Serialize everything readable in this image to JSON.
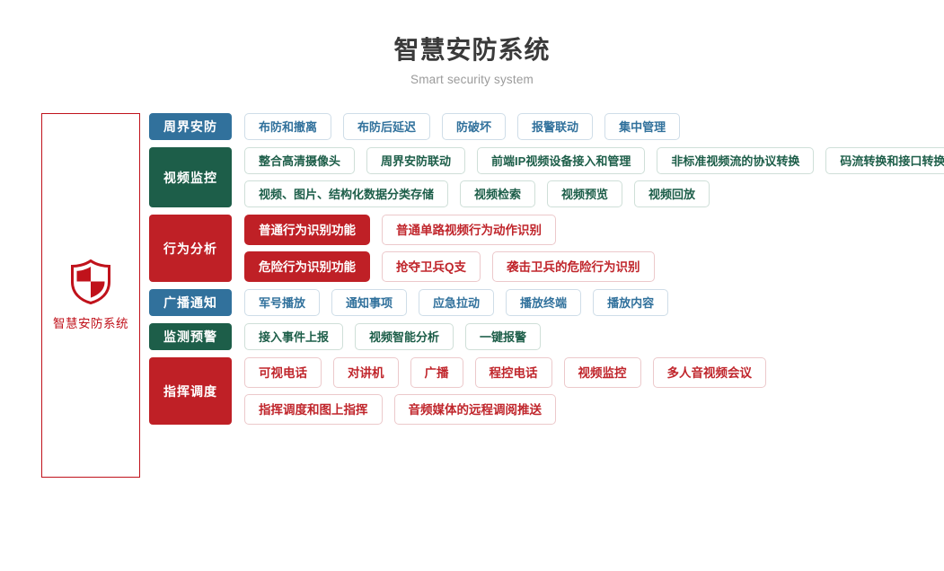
{
  "header": {
    "title": "智慧安防系统",
    "subtitle": "Smart security system"
  },
  "brand": {
    "icon": "shield-icon",
    "label": "智慧安防系统",
    "border_color": "#c0121b",
    "text_color": "#c0121b"
  },
  "colors": {
    "blue": "#31719c",
    "green": "#1d5e49",
    "red": "#bf2026",
    "title_text": "#3a3a3a",
    "subtitle_text": "#9b9b9b"
  },
  "categories": [
    {
      "label": "周界安防",
      "color": "#31719c",
      "style": "blue",
      "rows": [
        [
          {
            "label": "布防和撤离",
            "variant": "out-blue"
          },
          {
            "label": "布防后延迟",
            "variant": "out-blue"
          },
          {
            "label": "防破坏",
            "variant": "out-blue"
          },
          {
            "label": "报警联动",
            "variant": "out-blue"
          },
          {
            "label": "集中管理",
            "variant": "out-blue"
          }
        ]
      ]
    },
    {
      "label": "视频监控",
      "color": "#1d5e49",
      "style": "green",
      "rows": [
        [
          {
            "label": "整合高清摄像头",
            "variant": "out-green"
          },
          {
            "label": "周界安防联动",
            "variant": "out-green"
          },
          {
            "label": "前端IP视频设备接入和管理",
            "variant": "out-green"
          },
          {
            "label": "非标准视频流的协议转换",
            "variant": "out-green"
          },
          {
            "label": "码流转换和接口转换",
            "variant": "out-green"
          }
        ],
        [
          {
            "label": "视频、图片、结构化数据分类存储",
            "variant": "out-green"
          },
          {
            "label": "视频检索",
            "variant": "out-green"
          },
          {
            "label": "视频预览",
            "variant": "out-green"
          },
          {
            "label": "视频回放",
            "variant": "out-green"
          }
        ]
      ]
    },
    {
      "label": "行为分析",
      "color": "#bf2026",
      "style": "red",
      "rows": [
        [
          {
            "label": "普通行为识别功能",
            "variant": "fill-red"
          },
          {
            "label": "普通单路视频行为动作识别",
            "variant": "out-red"
          }
        ],
        [
          {
            "label": "危险行为识别功能",
            "variant": "fill-red"
          },
          {
            "label": "抢夺卫兵Q支",
            "variant": "out-red"
          },
          {
            "label": "袭击卫兵的危险行为识别",
            "variant": "out-red"
          }
        ]
      ]
    },
    {
      "label": "广播通知",
      "color": "#31719c",
      "style": "blue",
      "rows": [
        [
          {
            "label": "军号播放",
            "variant": "out-blue"
          },
          {
            "label": "通知事项",
            "variant": "out-blue"
          },
          {
            "label": "应急拉动",
            "variant": "out-blue"
          },
          {
            "label": "播放终端",
            "variant": "out-blue"
          },
          {
            "label": "播放内容",
            "variant": "out-blue"
          }
        ]
      ]
    },
    {
      "label": "监测预警",
      "color": "#1d5e49",
      "style": "green",
      "rows": [
        [
          {
            "label": "接入事件上报",
            "variant": "out-green"
          },
          {
            "label": "视频智能分析",
            "variant": "out-green"
          },
          {
            "label": "一键报警",
            "variant": "out-green"
          }
        ]
      ]
    },
    {
      "label": "指挥调度",
      "color": "#bf2026",
      "style": "red",
      "rows": [
        [
          {
            "label": "可视电话",
            "variant": "out-red"
          },
          {
            "label": "对讲机",
            "variant": "out-red"
          },
          {
            "label": "广播",
            "variant": "out-red"
          },
          {
            "label": "程控电话",
            "variant": "out-red"
          },
          {
            "label": "视频监控",
            "variant": "out-red"
          },
          {
            "label": "多人音视频会议",
            "variant": "out-red"
          }
        ],
        [
          {
            "label": "指挥调度和图上指挥",
            "variant": "out-red"
          },
          {
            "label": "音频媒体的远程调阅推送",
            "variant": "out-red"
          }
        ]
      ]
    }
  ]
}
